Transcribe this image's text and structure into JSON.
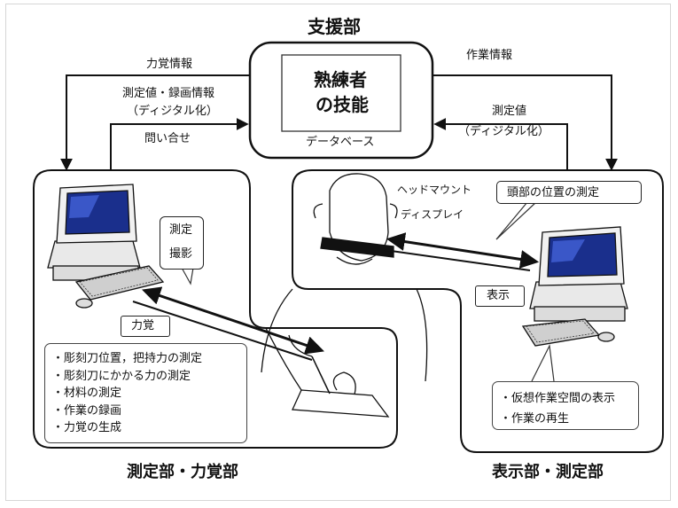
{
  "hub": {
    "title": "支援部",
    "skill_line1": "熟練者",
    "skill_line2": "の技能",
    "database": "データベース"
  },
  "arrows": {
    "force_info": "力覚情報",
    "work_info": "作業情報",
    "measured_record_line1": "測定値・録画情報",
    "measured_record_line2": "（ディジタル化）",
    "query": "問い合せ",
    "measured_value_line1": "測定値",
    "measured_value_line2": "（ディジタル化）"
  },
  "left_unit": {
    "bubble_measure": "測定",
    "bubble_capture": "撮影",
    "force_label": "力覚",
    "functions": [
      "・彫刻刀位置，把持力の測定",
      "・彫刻刀にかかる力の測定",
      "・材料の測定",
      "・作業の録画",
      "・力覚の生成"
    ],
    "section_title": "測定部・力覚部"
  },
  "right_unit": {
    "hmd_line1": "ヘッドマウント",
    "hmd_line2": "ディスプレイ",
    "head_position": "頭部の位置の測定",
    "display_label": "表示",
    "functions": [
      "・仮想作業空間の表示",
      "・作業の再生"
    ],
    "section_title": "表示部・測定部"
  }
}
